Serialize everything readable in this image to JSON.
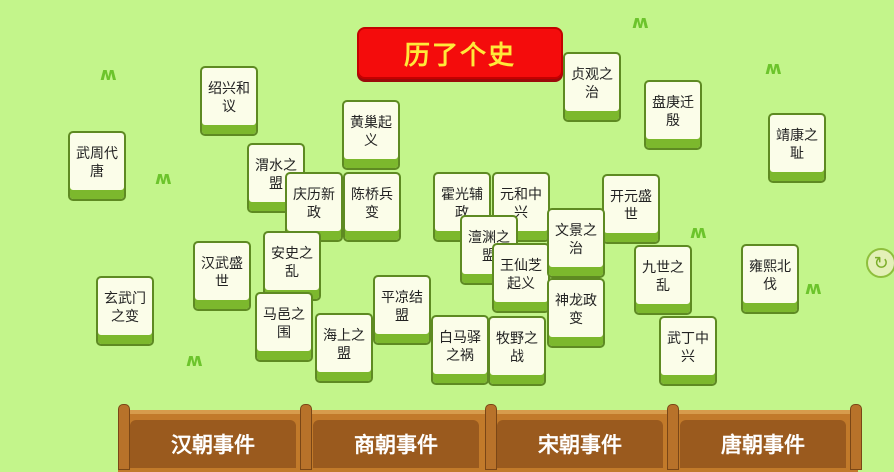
{
  "title": "历了个史",
  "tiles": [
    "绍兴和议",
    "黄巢起义",
    "武周代唐",
    "渭水之盟",
    "庆历新政",
    "陈桥兵变",
    "霍光辅政",
    "元和中兴",
    "开元盛世",
    "贞观之治",
    "盘庚迁殷",
    "靖康之耻",
    "牧野之战",
    "澶渊之盟",
    "王仙芝起义",
    "文景之治",
    "汉武盛世",
    "安史之乱",
    "马邑之围",
    "玄武门之变",
    "平凉结盟",
    "海上之盟",
    "白马驿之祸",
    "神龙政变",
    "九世之乱",
    "雍熙北伐",
    "武丁中兴"
  ],
  "categories": [
    "汉朝事件",
    "商朝事件",
    "宋朝事件",
    "唐朝事件"
  ],
  "side_button_icon": "refresh-icon"
}
